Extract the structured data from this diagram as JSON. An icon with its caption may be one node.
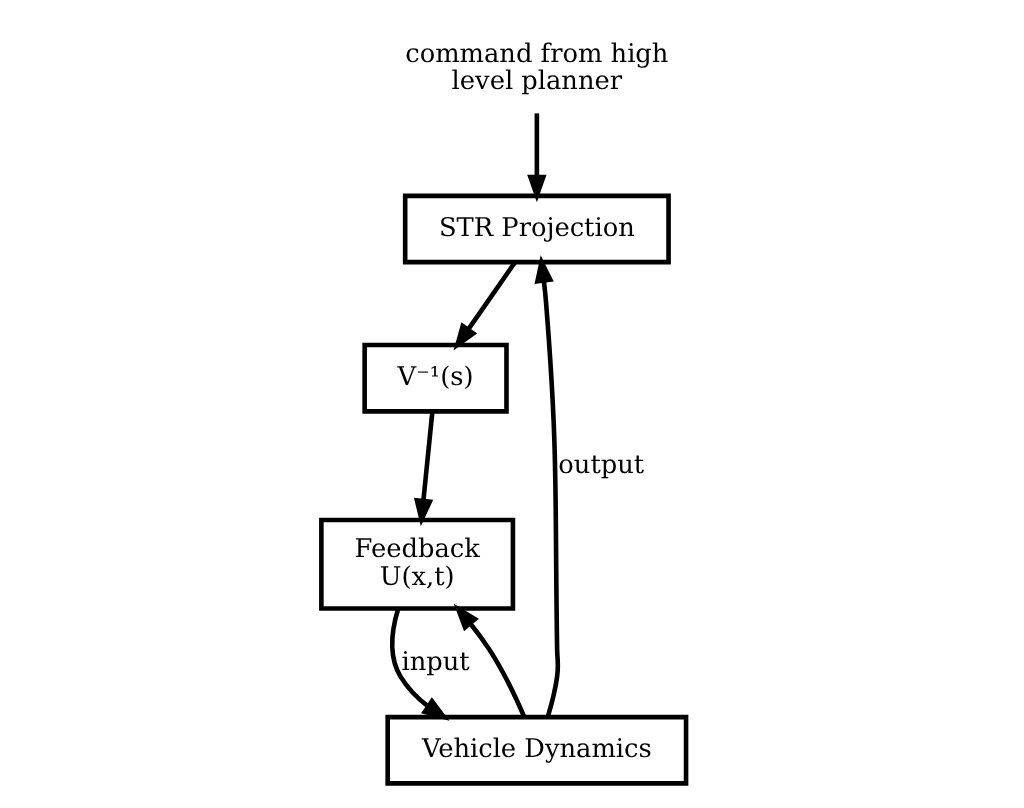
{
  "diagram": {
    "nodes": [
      {
        "text": [
          "command from high level planner"
        ]
      },
      {
        "text": [
          "STR Projection"
        ]
      },
      {
        "text": [
          "Vehicle Dynamics"
        ]
      },
      {
        "text": [
          "Feedback U(x,t)"
        ]
      },
      {
        "text": [
          "V⁻¹(s)"
        ]
      }
    ],
    "edges": [
      {
        "from": 0,
        "to": 1,
        "arrow": "to"
      },
      {
        "from": 2,
        "to": 1,
        "arrow": "to",
        "label": "output"
      },
      {
        "from": 2,
        "to": 3,
        "arrow": "to"
      },
      {
        "from": 3,
        "to": 2,
        "arrow": "to",
        "label": "input"
      },
      {
        "from": 1,
        "to": 4,
        "arrow": "to"
      },
      {
        "from": 4,
        "to": 3,
        "arrow": "to"
      }
    ]
  }
}
